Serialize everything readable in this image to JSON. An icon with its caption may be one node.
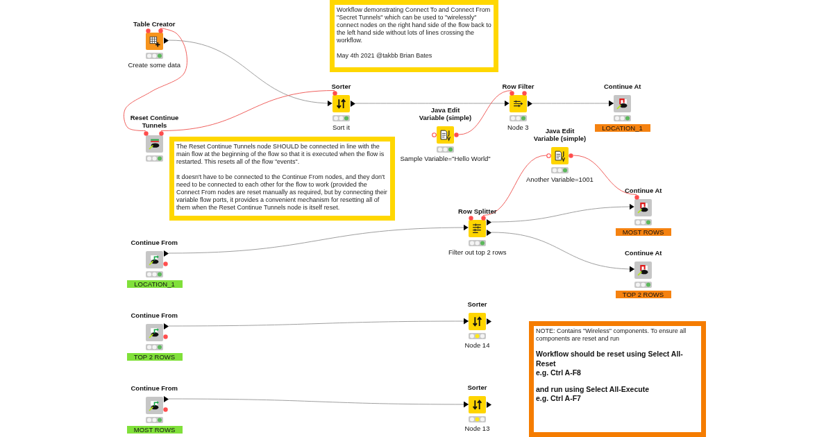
{
  "diagram": {
    "nodes": [
      {
        "text": [
          "Table Creator"
        ],
        "beside": [
          "Create some data"
        ]
      },
      {
        "text": [
          "Workflow demonstrating Connect To and Connect From \"Secret Tunnels\" which can be used to \"wirelessly\" connect nodes on the right hand side of the flow back to the left hand side without lots of lines crossing the workflow.",
          "May 4th 2021 @takbb Brian Bates"
        ]
      },
      {
        "text": [
          "Sorter"
        ],
        "beside": [
          "Sort it"
        ]
      },
      {
        "text": [
          "Row Filter"
        ],
        "beside": [
          "Node 3"
        ]
      },
      {
        "text": [
          "Continue At"
        ],
        "beside": [
          "LOCATION_1"
        ]
      },
      {
        "text": [
          "Java Edit Variable (simple)"
        ],
        "beside": [
          "Sample Variable=\"Hello World\""
        ]
      },
      {
        "text": [
          "Reset Continue Tunnels"
        ]
      },
      {
        "text": [
          "The Reset Continue Tunnels node SHOULD be connected in line with the main flow at the beginning of the flow so that it is executed when the flow is restarted. This resets all of the flow \"events\".",
          "It doesn't have to be connected to the Continue From nodes, and they don't need to be connected to each other for the flow to work (provided the Connect From nodes are reset manually as required, but by connecting their variable flow ports, it provides a convenient mechanism for resetting all of them when the Reset Continue Tunnels node is itself reset."
        ]
      },
      {
        "text": [
          "Java Edit Variable (simple)"
        ],
        "beside": [
          "Another Variable=1001"
        ]
      },
      {
        "text": [
          "Continue At"
        ],
        "beside": [
          "MOST ROWS"
        ]
      },
      {
        "text": [
          "Row Splitter"
        ],
        "beside": [
          "Filter out top 2 rows"
        ]
      },
      {
        "text": [
          "Continue From"
        ],
        "beside": [
          "LOCATION_1"
        ]
      },
      {
        "text": [
          "Continue At"
        ],
        "beside": [
          "TOP 2 ROWS"
        ]
      },
      {
        "text": [
          "Sorter"
        ],
        "beside": [
          "Node 14"
        ]
      },
      {
        "text": [
          "Continue From"
        ],
        "beside": [
          "TOP 2 ROWS"
        ]
      },
      {
        "text": [
          "NOTE: Contains \"Wireless\" components. To ensure all components are reset and run",
          "Workflow should be reset using Select All-Reset",
          "e.g. Ctrl A-F8",
          "and run using Select All-Execute",
          "e.g. Ctrl A-F7"
        ]
      },
      {
        "text": [
          "Continue From"
        ],
        "beside": [
          "MOST ROWS"
        ]
      },
      {
        "text": [
          "Sorter"
        ],
        "beside": [
          "Node 13"
        ]
      }
    ],
    "edges": [
      {
        "from": 0,
        "to": 2,
        "arrow": "to"
      },
      {
        "from": 0,
        "to": 6,
        "arrow": "none",
        "color": "#f0605d"
      },
      {
        "from": 6,
        "to": 2,
        "arrow": "none",
        "color": "#f0605d"
      },
      {
        "from": 2,
        "to": 3,
        "arrow": "to"
      },
      {
        "from": 3,
        "to": 4,
        "arrow": "to"
      },
      {
        "from": 5,
        "to": 3,
        "arrow": "none",
        "color": "#f0605d"
      },
      {
        "from": 10,
        "to": 8,
        "arrow": "none",
        "color": "#f0605d"
      },
      {
        "from": 8,
        "to": 9,
        "arrow": "none",
        "color": "#f0605d"
      },
      {
        "from": 11,
        "to": 10,
        "arrow": "to"
      },
      {
        "from": 10,
        "to": 9,
        "arrow": "to"
      },
      {
        "from": 10,
        "to": 12,
        "arrow": "to"
      },
      {
        "from": 14,
        "to": 13,
        "arrow": "to"
      },
      {
        "from": 16,
        "to": 17,
        "arrow": "to"
      }
    ]
  }
}
